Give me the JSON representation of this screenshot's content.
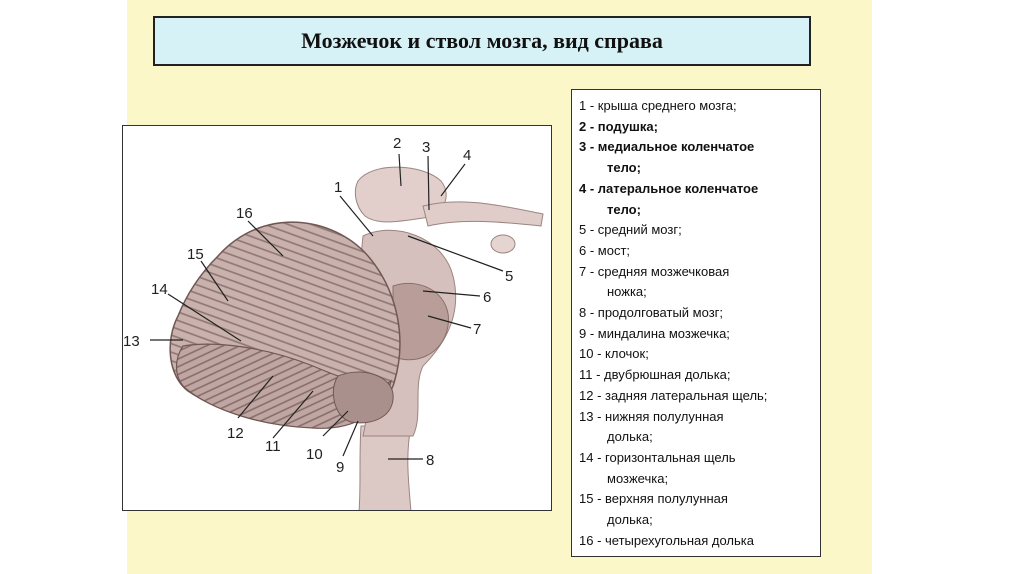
{
  "title": "Мозжечок и ствол мозга, вид справа",
  "figure": {
    "labels": [
      "1",
      "2",
      "3",
      "4",
      "5",
      "6",
      "7",
      "8",
      "9",
      "10",
      "11",
      "12",
      "13",
      "14",
      "15",
      "16"
    ]
  },
  "legend": [
    {
      "line1": "1 - крыша среднего мозга;",
      "line2": "",
      "bold": false
    },
    {
      "line1": "2 - подушка;",
      "line2": "",
      "bold": true
    },
    {
      "line1": "3 - медиальное коленчатое",
      "line2": "тело;",
      "bold": true
    },
    {
      "line1": "4 - латеральное коленчатое",
      "line2": "тело;",
      "bold": true
    },
    {
      "line1": "5 - средний мозг;",
      "line2": "",
      "bold": false
    },
    {
      "line1": "6 - мост;",
      "line2": "",
      "bold": false
    },
    {
      "line1": "7 - средняя мозжечковая",
      "line2": "ножка;",
      "bold": false
    },
    {
      "line1": "8 - продолговатый мозг;",
      "line2": "",
      "bold": false
    },
    {
      "line1": "9 - миндалина мозжечка;",
      "line2": "",
      "bold": false
    },
    {
      "line1": "10 - клочок;",
      "line2": "",
      "bold": false
    },
    {
      "line1": "11 - двубрюшная долька;",
      "line2": "",
      "bold": false
    },
    {
      "line1": "12 - задняя латеральная щель;",
      "line2": "",
      "bold": false
    },
    {
      "line1": "13 - нижняя полулунная",
      "line2": "долька;",
      "bold": false
    },
    {
      "line1": "14 - горизонтальная щель",
      "line2": "мозжечка;",
      "bold": false
    },
    {
      "line1": "15 - верхняя полулунная",
      "line2": "долька;",
      "bold": false
    },
    {
      "line1": "16 - четырехугольная долька",
      "line2": "",
      "bold": false
    }
  ]
}
